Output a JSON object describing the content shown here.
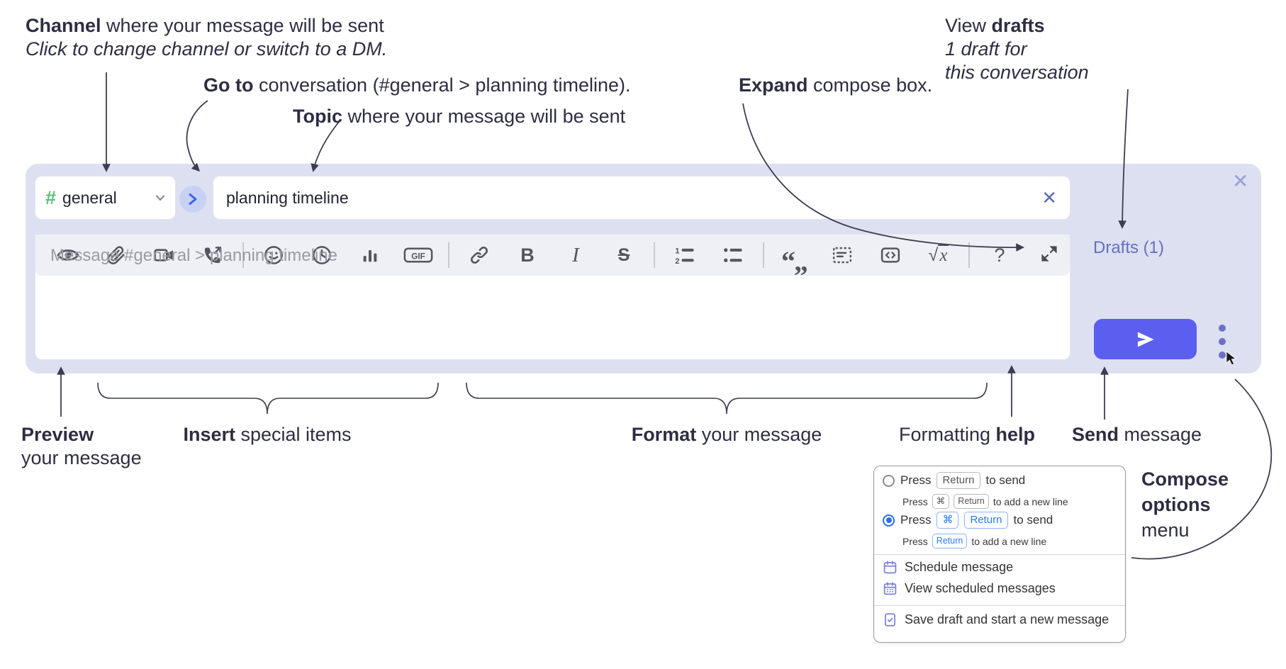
{
  "annotations": {
    "channel_bold": "Channel",
    "channel_rest": " where your message will be sent",
    "channel_sub": "Click to change channel or switch to a DM.",
    "goto_bold": "Go to",
    "goto_rest": " conversation (#general > planning timeline).",
    "topic_bold": "Topic",
    "topic_rest": " where your message will be sent",
    "expand_bold": "Expand",
    "expand_rest": " compose box.",
    "drafts_pre": "View ",
    "drafts_bold": "drafts",
    "drafts_line2": "1 draft for",
    "drafts_line3": "this conversation",
    "preview_bold": "Preview",
    "preview_rest": "your message",
    "insert_bold": "Insert",
    "insert_rest": " special items",
    "format_bold": "Format",
    "format_rest": " your message",
    "help_pre": "Formatting ",
    "help_bold": "help",
    "send_bold": "Send",
    "send_rest": " message",
    "compose_line1": "Compose",
    "compose_line2": "options",
    "compose_line3": "menu"
  },
  "compose": {
    "channel_hash": "#",
    "channel_name": "general",
    "topic_value": "planning timeline",
    "message_placeholder": "Message #general > planning timeline",
    "drafts_label": "Drafts (1)",
    "close_glyph": "✕",
    "clear_glyph": "✕"
  },
  "toolbar": {
    "gif_label": "GIF",
    "bold_glyph": "B",
    "italic_glyph": "I",
    "strike_glyph": "S",
    "quote_glyph": "“„",
    "sqrt_glyph": "√",
    "sqrt_x": "x",
    "help_glyph": "?"
  },
  "menu": {
    "press": "Press",
    "to_send": "to send",
    "newline": "to add a new line",
    "key_return": "Return",
    "key_cmd": "⌘",
    "items": [
      "Schedule message",
      "View scheduled messages",
      "Save draft and start a new message"
    ]
  },
  "colors": {
    "accent_send": "#5b5ff0",
    "lavender": "#dde0f0",
    "drafts_purple": "#6470c4",
    "hash_green": "#5dbd7a",
    "radio_blue": "#2b6cf0",
    "menu_icon_purple": "#7b80dd"
  }
}
